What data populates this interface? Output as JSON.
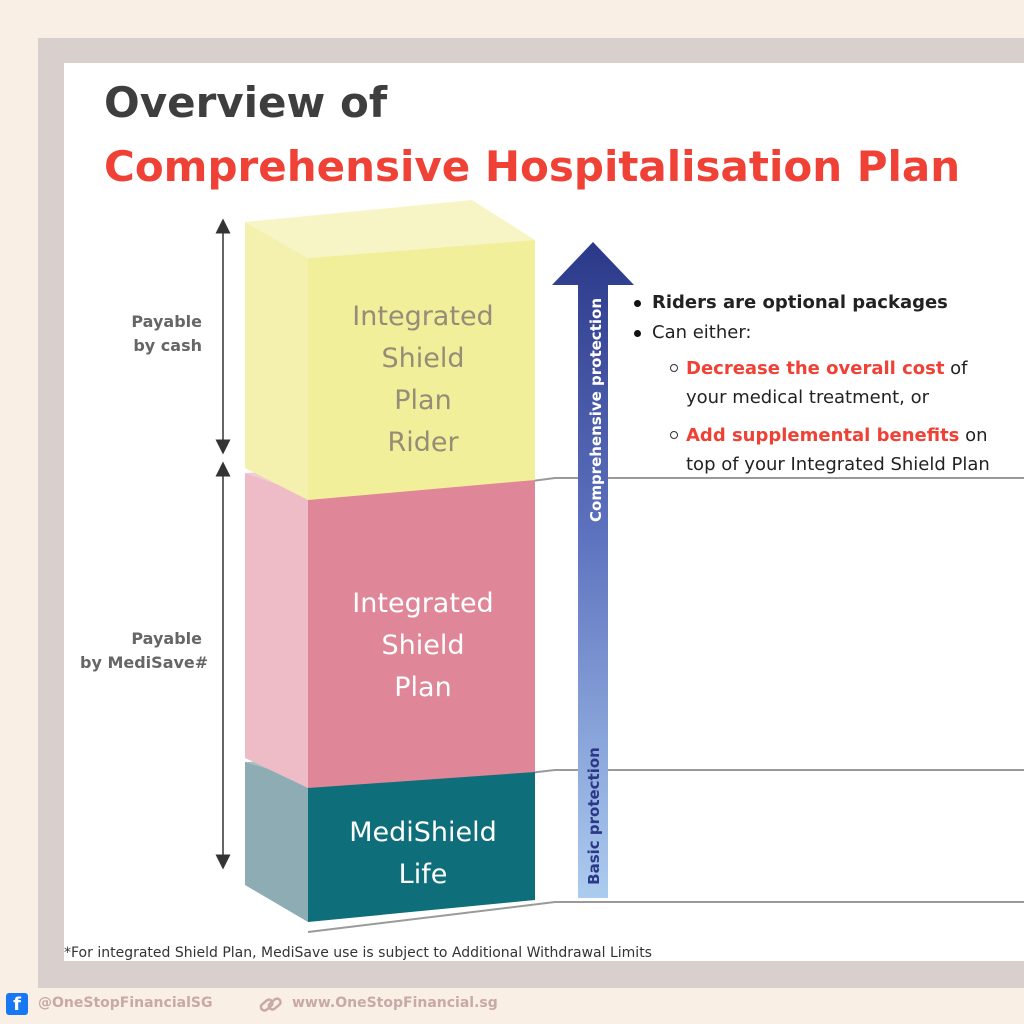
{
  "title": {
    "line1": "Overview of",
    "line2": "Comprehensive Hospitalisation Plan"
  },
  "payment_labels": {
    "cash": [
      "Payable",
      "by cash"
    ],
    "medisave": [
      "Payable",
      "by MediSave#"
    ]
  },
  "blocks": {
    "rider": [
      "Integrated",
      "Shield",
      "Plan",
      "Rider"
    ],
    "shield": [
      "Integrated",
      "Shield",
      "Plan"
    ],
    "medishield": [
      "MediShield",
      "Life"
    ]
  },
  "arrow": {
    "top_label": "Comprehensive protection",
    "bottom_label": "Basic protection"
  },
  "bullets": {
    "item1": "Riders are optional packages",
    "item2": "Can either:",
    "sub1_highlight": "Decrease the overall cost",
    "sub1_rest1": " of",
    "sub1_rest2": "your medical treatment, or",
    "sub2_highlight": "Add supplemental benefits",
    "sub2_rest1": " on",
    "sub2_rest2": "top of your Integrated Shield Plan"
  },
  "footnote": "*For integrated Shield Plan, MediSave use is subject to Additional Withdrawal Limits",
  "footer": {
    "facebook_handle": "@OneStopFinancialSG",
    "website": "www.OneStopFinancial.sg",
    "facebook_glyph": "f"
  },
  "colors": {
    "rider": "#f2ef9a",
    "shield": "#df8799",
    "medishield": "#0e6f7a",
    "accent": "#ef4135",
    "arrow_top": "#2e3a8c",
    "arrow_bottom": "#a9c9ee"
  },
  "icons": [
    "facebook-icon",
    "link-icon",
    "up-arrow-icon"
  ]
}
